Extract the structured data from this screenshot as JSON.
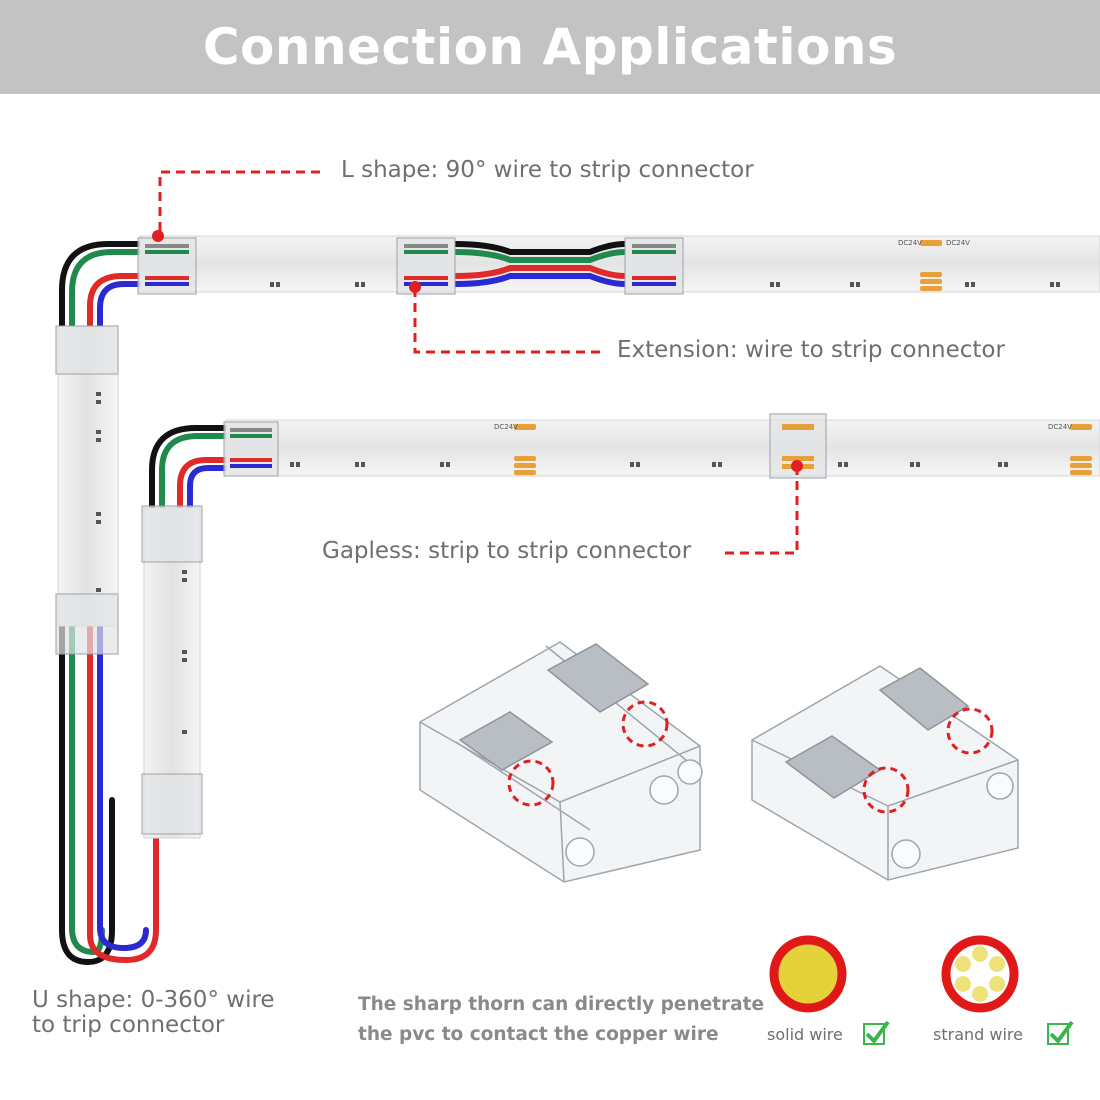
{
  "header": {
    "title": "Connection Applications"
  },
  "labels": {
    "l_shape": "L shape: 90° wire to strip connector",
    "extension": "Extension: wire to strip connector",
    "gapless": "Gapless: strip to strip connector",
    "u_shape_line1": "U shape: 0-360° wire",
    "u_shape_line2": "to trip connector"
  },
  "note": {
    "line1": "The sharp thorn can directly penetrate",
    "line2": "the pvc to contact the copper wire"
  },
  "legend": {
    "solid": "solid wire",
    "strand": "strand wire"
  },
  "strip_marking": "DC24V",
  "colors": {
    "banner": "#c3c3c3",
    "callout_red": "#e02020",
    "wire_black": "#111111",
    "wire_green": "#1f8a4c",
    "wire_red": "#e02a2a",
    "wire_blue": "#2a2ad0",
    "copper": "#e4d23a",
    "check_green": "#39b54a"
  }
}
